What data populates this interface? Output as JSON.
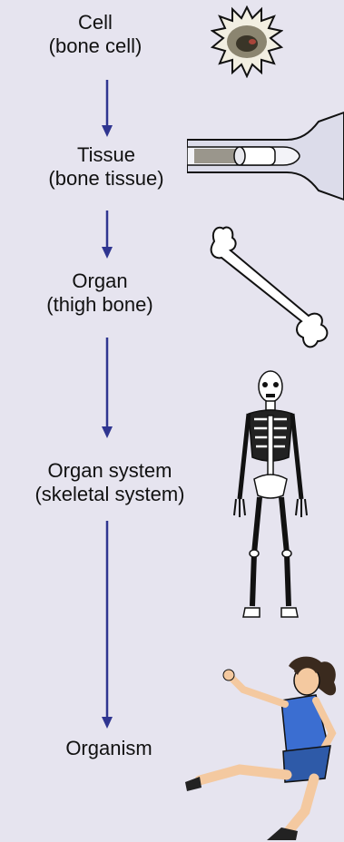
{
  "levels": [
    {
      "name": "Cell",
      "example": "(bone cell)"
    },
    {
      "name": "Tissue",
      "example": "(bone tissue)"
    },
    {
      "name": "Organ",
      "example": "(thigh bone)"
    },
    {
      "name": "Organ system",
      "example": "(skeletal system)"
    },
    {
      "name": "Organism"
    }
  ],
  "colors": {
    "arrow": "#2f3590",
    "bone": "#ffffff",
    "outline": "#111111",
    "cell": "#4a4a3a",
    "shirt": "#3b6ed1",
    "shorts": "#2e5aa8"
  },
  "icons": [
    "bone-cell-icon",
    "bone-tissue-icon",
    "thigh-bone-icon",
    "skeleton-icon",
    "girl-kicking-icon"
  ]
}
